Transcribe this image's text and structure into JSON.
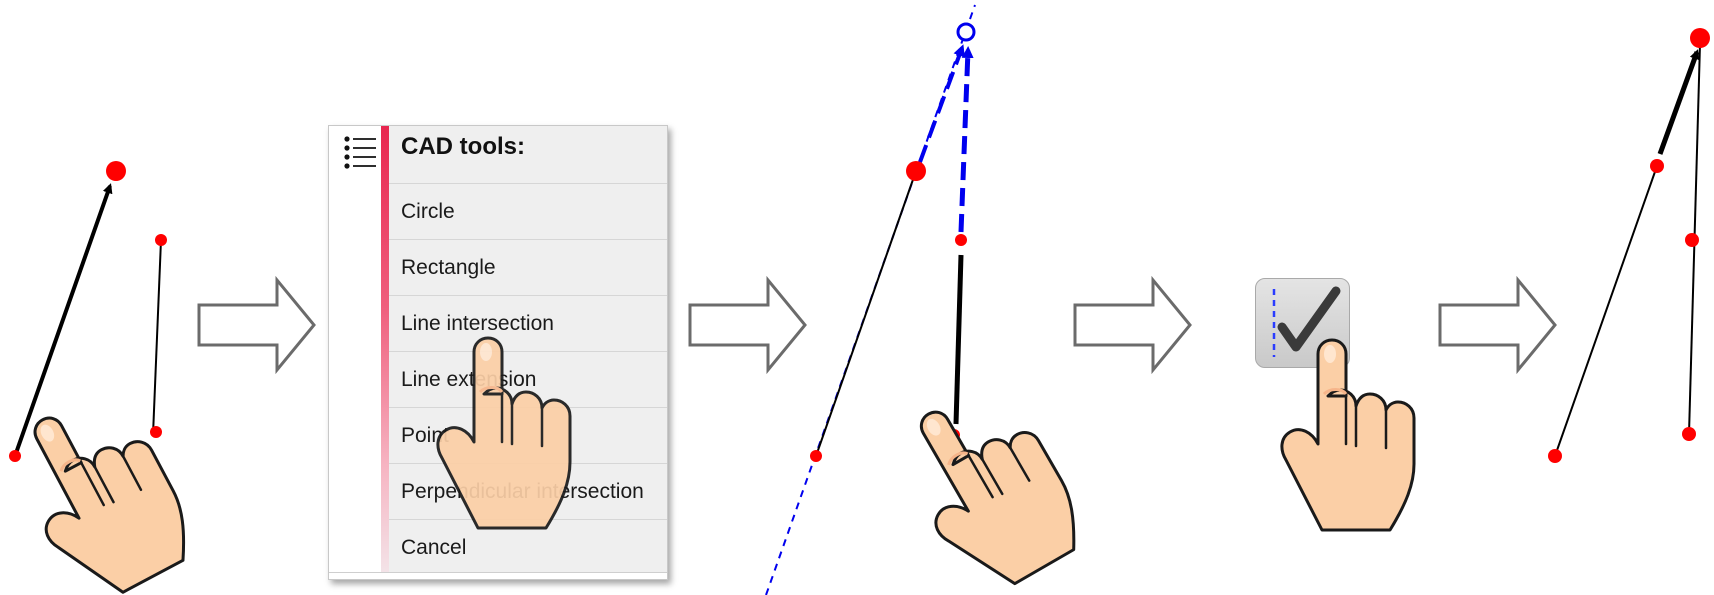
{
  "menu": {
    "title": "CAD tools:",
    "items": [
      "Circle",
      "Rectangle",
      "Line intersection",
      "Line extension",
      "Point",
      "Perpendicular intersection",
      "Cancel"
    ]
  },
  "icons": {
    "menu": "list-icon",
    "arrow": "right-arrow-icon",
    "hand": "pointing-hand-icon",
    "confirm": "checkmark-icon"
  },
  "colors": {
    "point": "#ff0000",
    "guide": "#0000ee",
    "accent": "#e8264f",
    "line": "#000000",
    "skin": "#fbcfa6"
  }
}
